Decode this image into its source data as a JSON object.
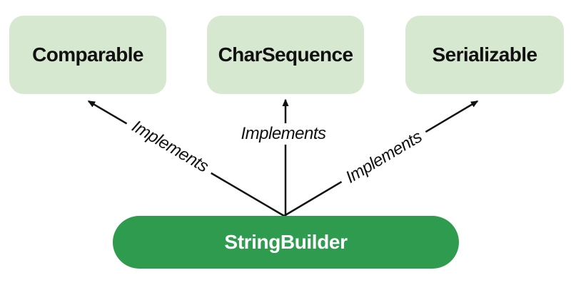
{
  "diagram": {
    "interfaces": [
      {
        "label": "Comparable"
      },
      {
        "label": "CharSequence"
      },
      {
        "label": "Serializable"
      }
    ],
    "implementer": {
      "label": "StringBuilder"
    },
    "edges": [
      {
        "label": "Implements"
      },
      {
        "label": "Implements"
      },
      {
        "label": "Implements"
      }
    ],
    "colors": {
      "interface_fill": "#d6e8cf",
      "implementer_fill": "#2e9b4f",
      "interface_text": "#111111",
      "implementer_text": "#ffffff",
      "arrow": "#111111",
      "background": "#ffffff"
    }
  }
}
